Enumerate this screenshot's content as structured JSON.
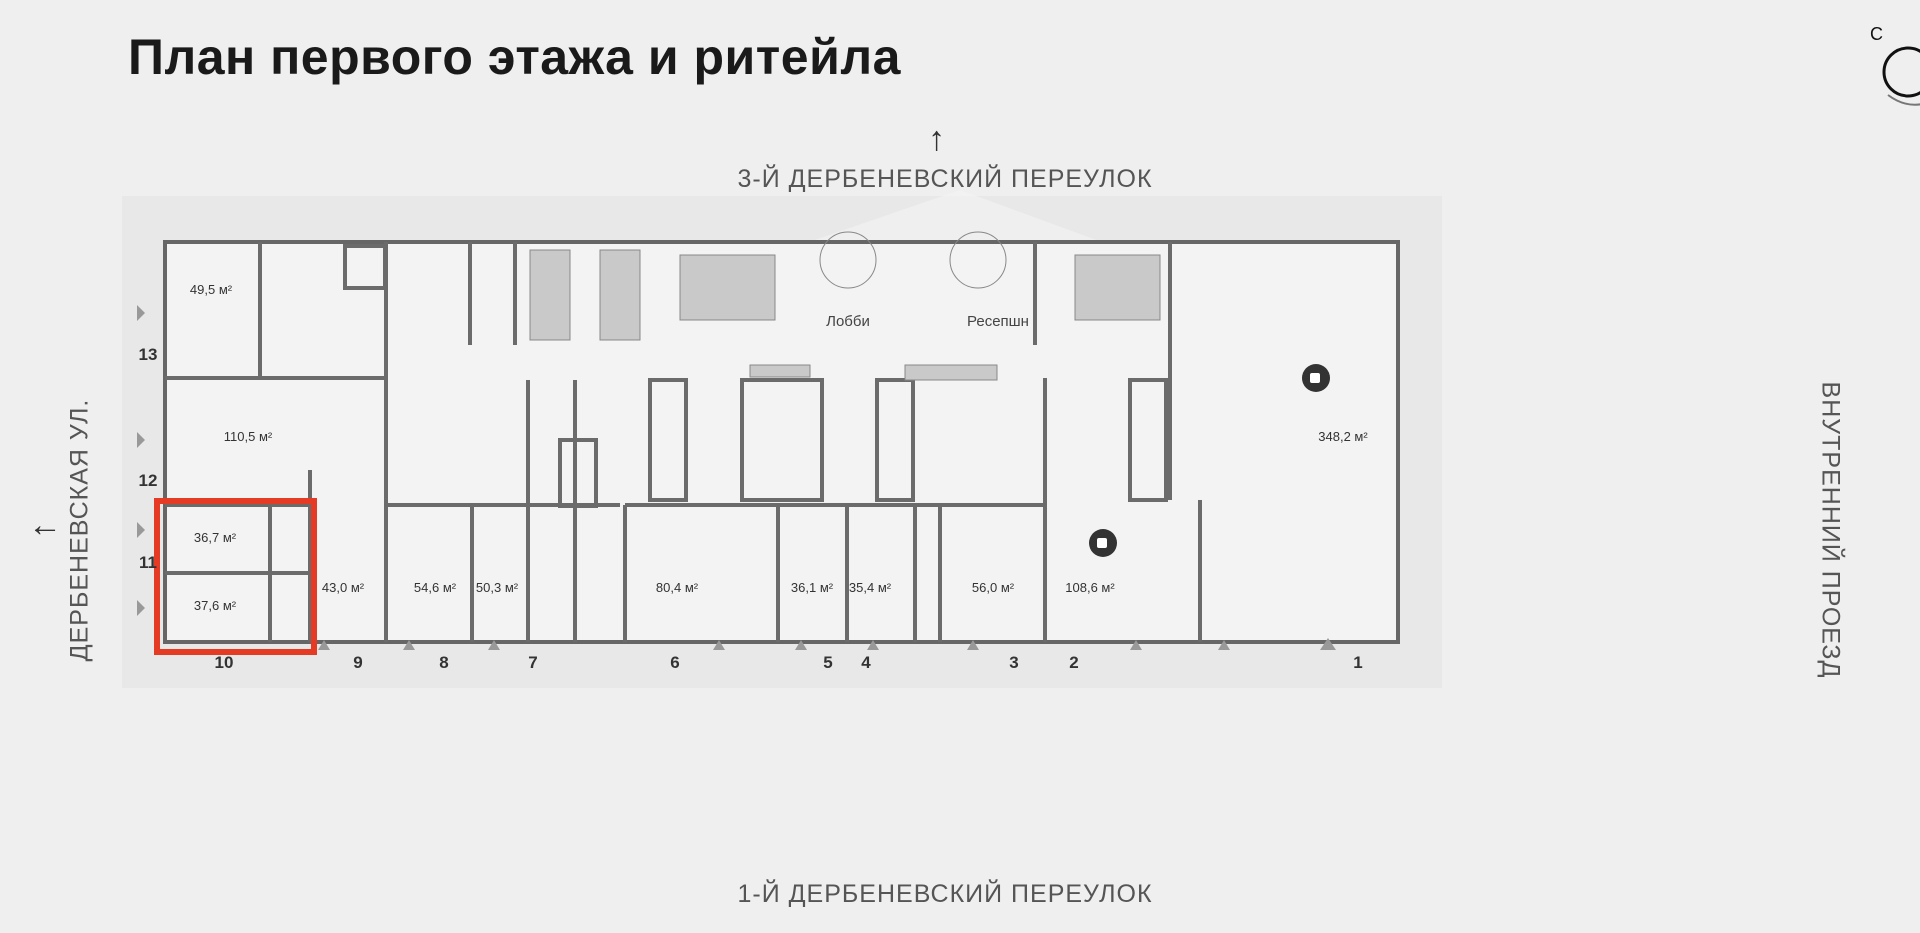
{
  "page": {
    "title": "План первого этажа и ритейла"
  },
  "compass": {
    "label": "С",
    "icon": "compass-rotate-icon"
  },
  "streets": {
    "top": "3-Й ДЕРБЕНЕВСКИЙ ПЕРЕУЛОК",
    "bottom": "1-Й ДЕРБЕНЕВСКИЙ ПЕРЕУЛОК",
    "left": "ДЕРБЕНЕВСКАЯ УЛ.",
    "right": "ВНУТРЕННИЙ ПРОЕЗД"
  },
  "plan": {
    "areas": [
      "49,5 м²",
      "110,5 м²",
      "36,7 м²",
      "37,6 м²",
      "43,0 м²",
      "54,6 м²",
      "50,3 м²",
      "80,4 м²",
      "36,1 м²",
      "35,4 м²",
      "56,0 м²",
      "108,6 м²",
      "348,2 м²"
    ],
    "units": [
      "13",
      "12",
      "11",
      "10",
      "9",
      "8",
      "7",
      "6",
      "5",
      "4",
      "3",
      "2",
      "1"
    ],
    "lobby": "Лобби",
    "reception": "Ресепшн",
    "highlight_color": "#e53b24",
    "selected_units": [
      "10",
      "11"
    ],
    "cafe_icons": [
      "coffee-cup-icon",
      "coffee-cup-icon"
    ]
  }
}
